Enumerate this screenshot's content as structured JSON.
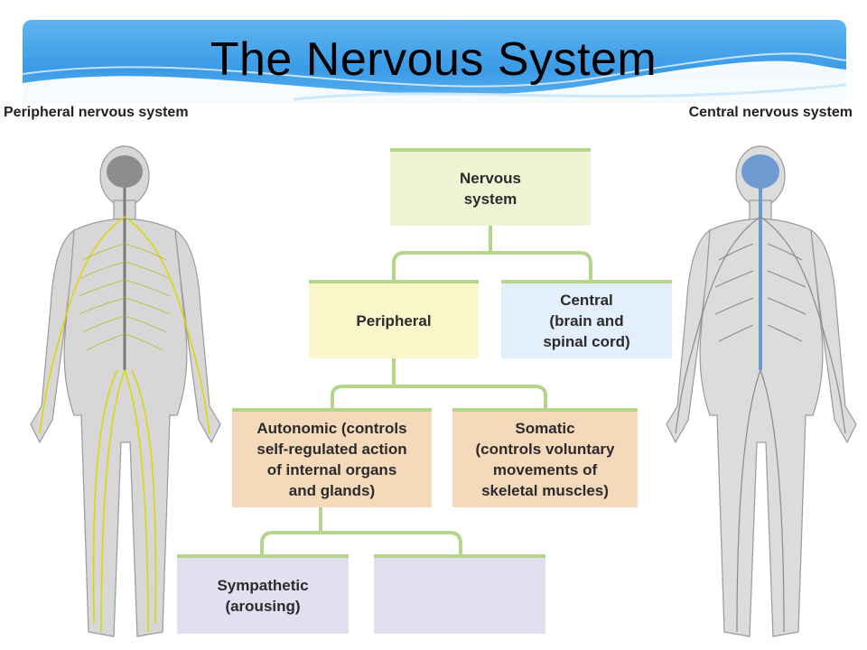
{
  "title": "The Nervous System",
  "labels": {
    "peripheral_heading": "Peripheral nervous system",
    "central_heading": "Central nervous system"
  },
  "nodes": {
    "nervous_system": "Nervous\nsystem",
    "peripheral": "Peripheral",
    "central": "Central\n(brain and\nspinal cord)",
    "autonomic": "Autonomic (controls\nself-regulated action\nof internal organs\nand glands)",
    "somatic": "Somatic\n(controls voluntary\nmovements of\nskeletal muscles)",
    "sympathetic": "Sympathetic\n(arousing)",
    "parasympathetic": ""
  },
  "colors": {
    "header": "#3a9be6",
    "connector": "#b5d48c",
    "nervous_system_box": "#eef5d4",
    "peripheral_box": "#fbf6c9",
    "central_box": "#e3f0fb",
    "autonomic_box": "#f5d9bb",
    "purple_box": "#e3def0",
    "peripheral_nerves": "#d8d800",
    "central_nerves": "#6d9bd1"
  }
}
